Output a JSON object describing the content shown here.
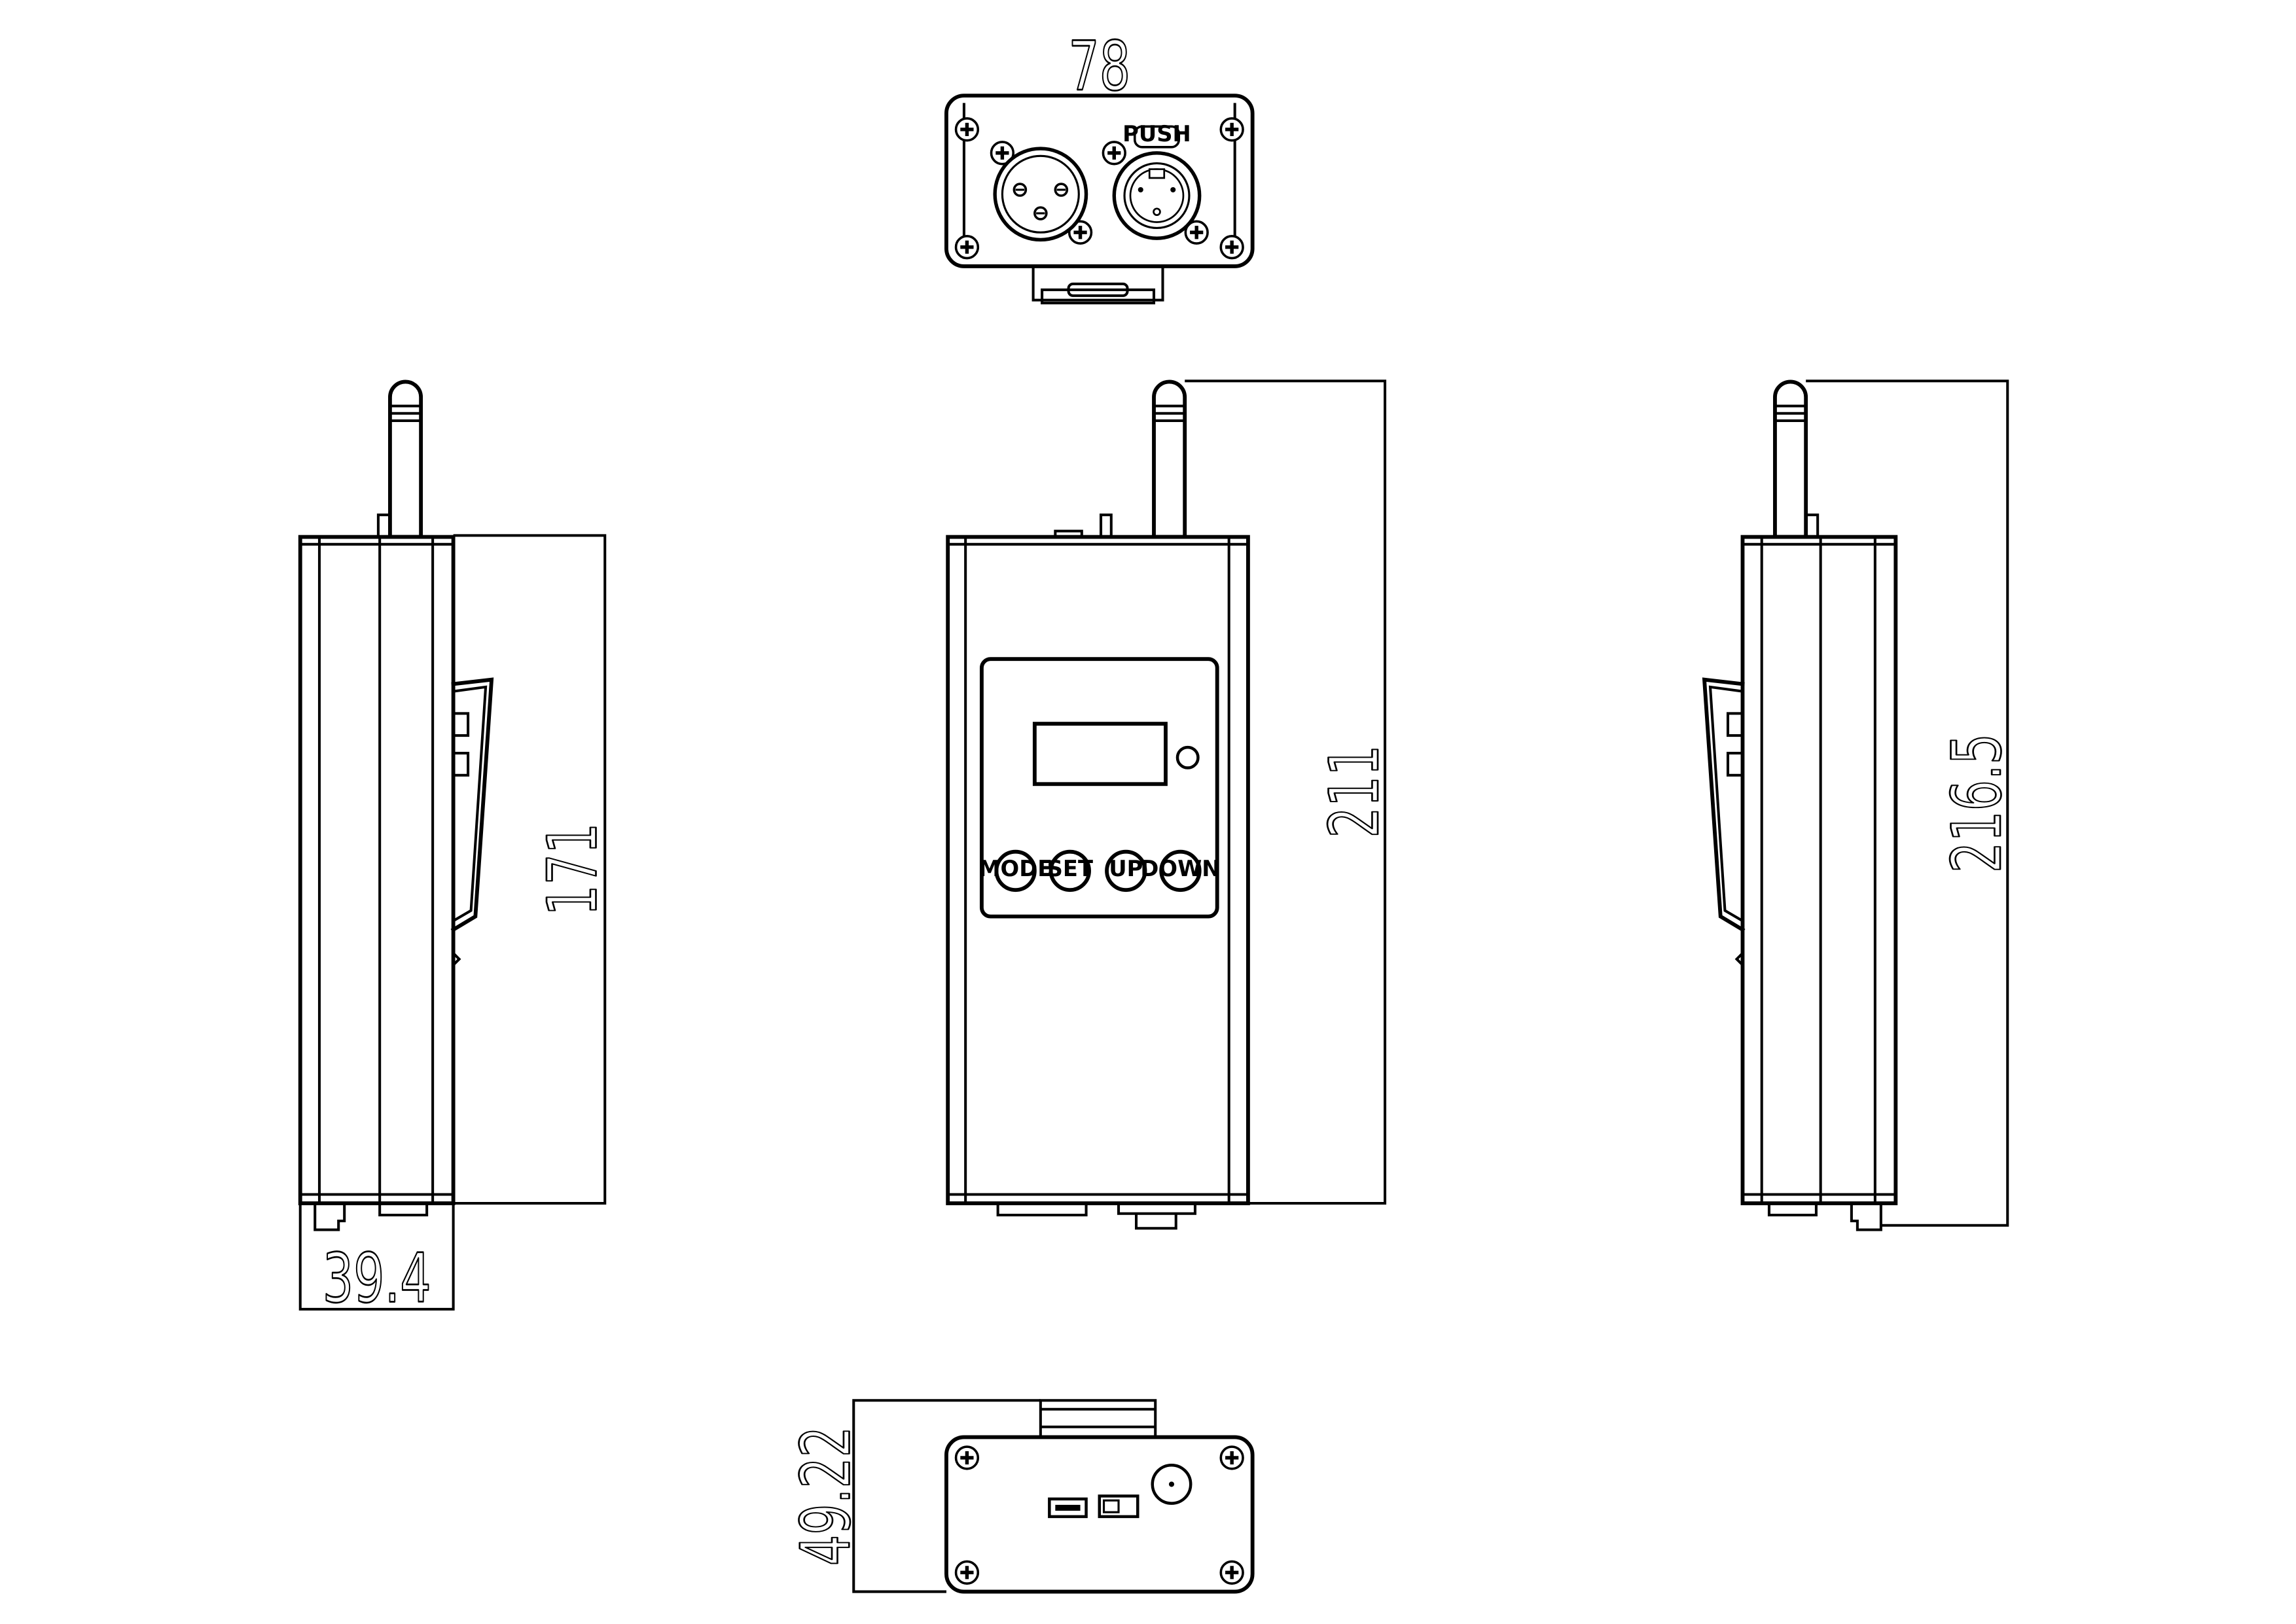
{
  "drawing": {
    "dimensions": {
      "top_width": "78",
      "left_depth": "39.4",
      "left_height": "171",
      "front_height": "211",
      "right_height": "216.5",
      "bottom_depth": "49.22"
    },
    "labels": {
      "push": "PUSH",
      "mode": "MODE",
      "set": "SET",
      "up": "UP",
      "down": "DOWN"
    }
  }
}
